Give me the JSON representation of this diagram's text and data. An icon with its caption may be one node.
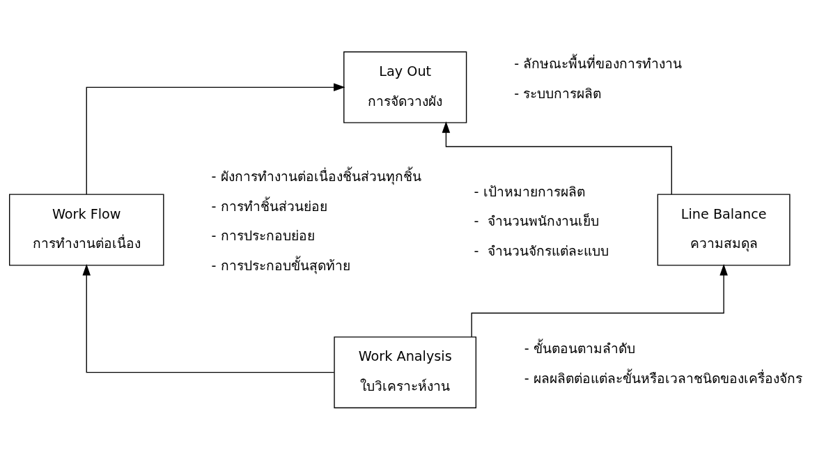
{
  "diagram": {
    "nodes": [
      {
        "text": [
          "Lay Out",
          "การจัดวางผัง"
        ],
        "beside": [
          "- ลักษณะพื้นที่ของการทำงาน",
          "- ระบบการผลิต"
        ]
      },
      {
        "text": [
          "Line Balance",
          "ความสมดุล"
        ],
        "beside": [
          "- เป้าหมายการผลิต",
          "-  จำนวนพนักงานเย็บ",
          "-  จำนวนจักรแต่ละแบบ"
        ]
      },
      {
        "text": [
          "Work Flow",
          "การทำงานต่อเนื่อง"
        ],
        "beside": [
          "- ผังการทำงานต่อเนื่องชิ้นส่วนทุกชิ้น",
          "- การทำชิ้นส่วนย่อย",
          "- การประกอบย่อย",
          "- การประกอบขั้นสุดท้าย"
        ]
      },
      {
        "text": [
          "Work Analysis",
          "ใบวิเคราะห์งาน"
        ],
        "beside": [
          "- ขั้นตอนตามลำดับ",
          "- ผลผลิตต่อแต่ละขั้นหรือเวลาชนิดของเครื่องจักร"
        ]
      }
    ],
    "edges": [
      {
        "from": 3,
        "to": 1,
        "arrow": "to"
      },
      {
        "from": 3,
        "to": 2,
        "arrow": "to"
      },
      {
        "from": 1,
        "to": 0,
        "arrow": "to"
      },
      {
        "from": 2,
        "to": 0,
        "arrow": "to"
      }
    ]
  }
}
